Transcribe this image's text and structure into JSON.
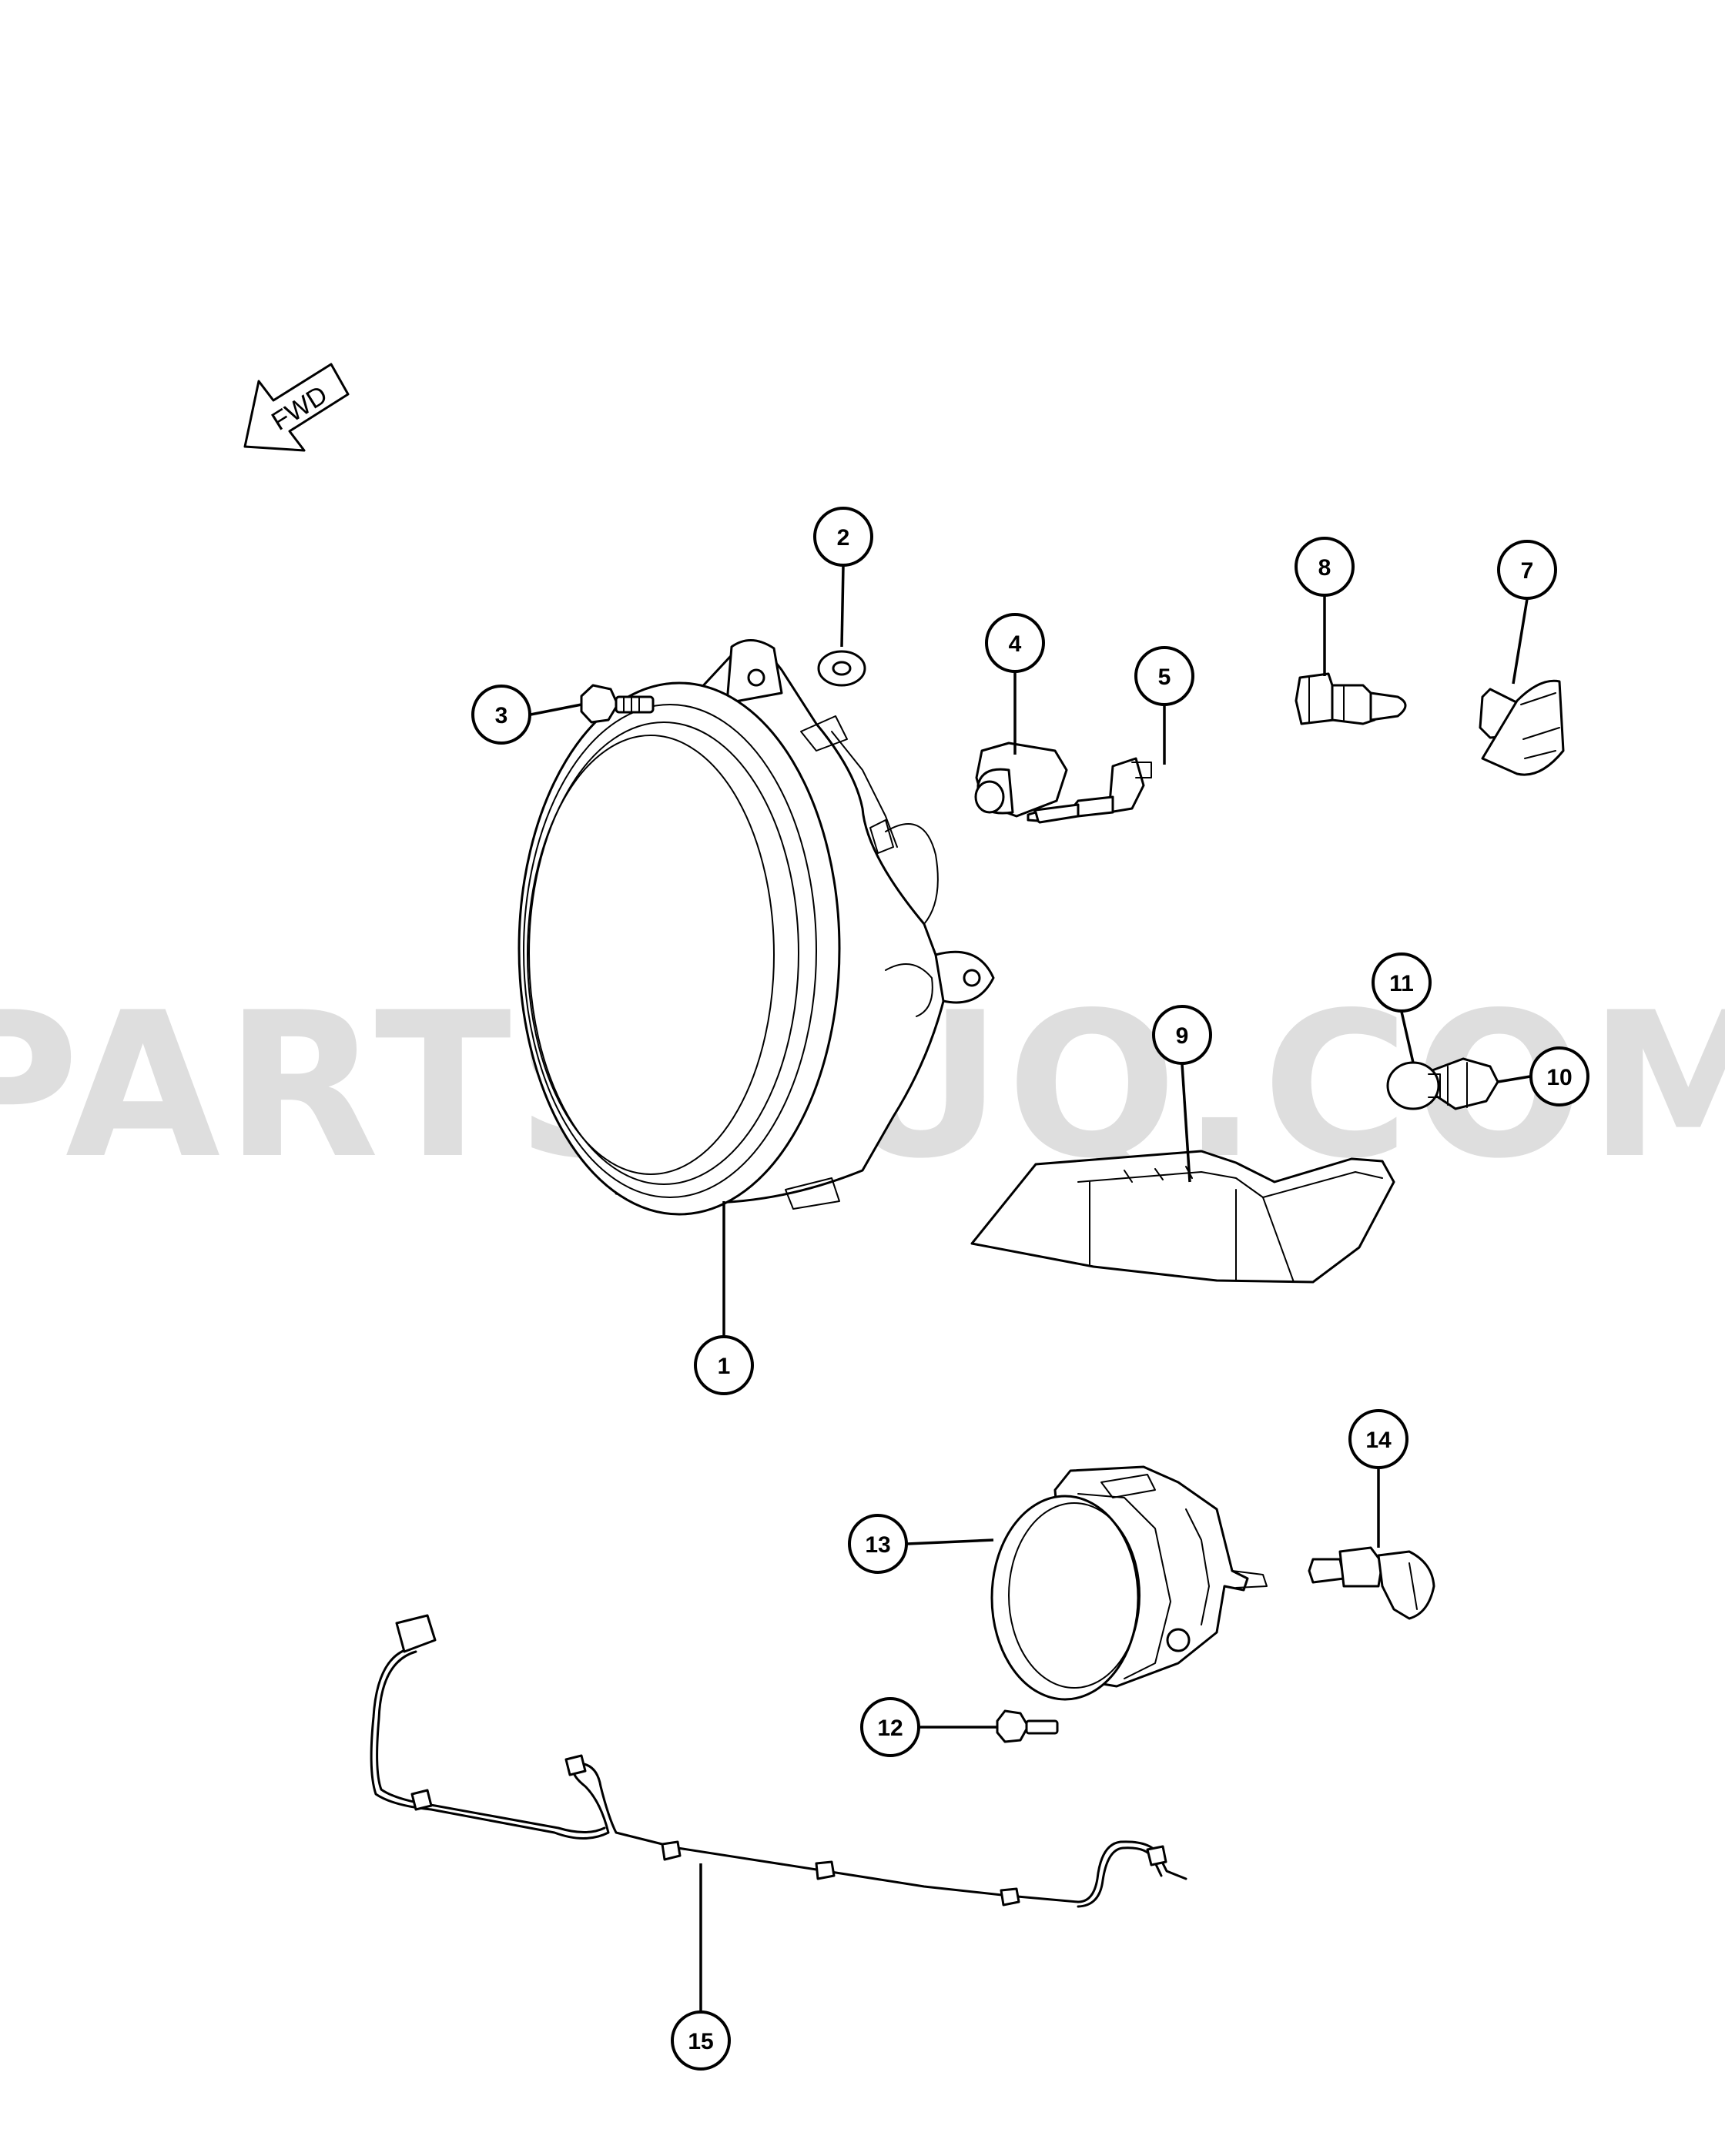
{
  "watermark": "PARTSOUQ.COM",
  "fwd_label": "FWD",
  "callouts": {
    "c1": "1",
    "c2": "2",
    "c3": "3",
    "c4": "4",
    "c5": "5",
    "c7": "7",
    "c8": "8",
    "c9": "9",
    "c10": "10",
    "c11": "11",
    "c12": "12",
    "c13": "13",
    "c14": "14",
    "c15": "15"
  }
}
